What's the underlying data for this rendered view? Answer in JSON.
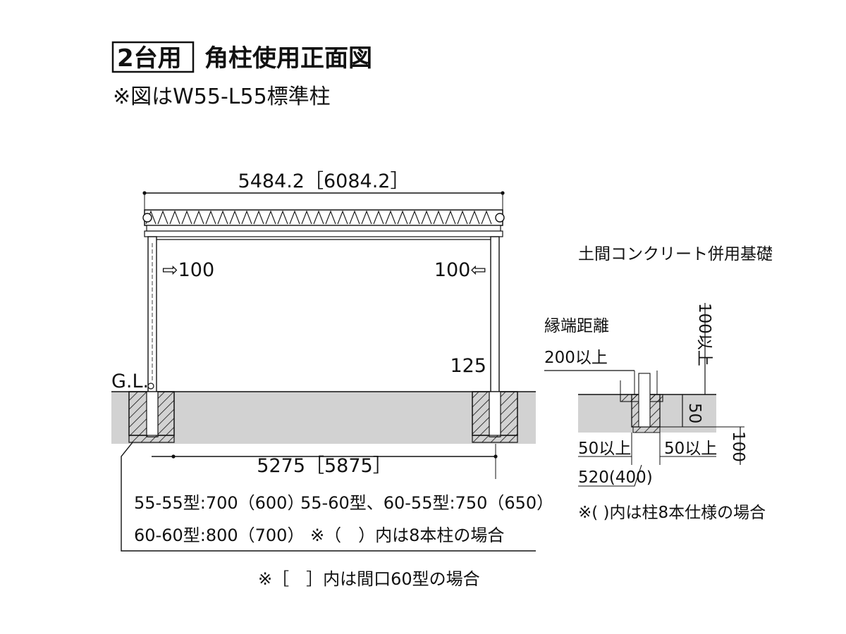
{
  "header": {
    "badge": "2台用",
    "title": "角柱使用正面図",
    "subtitle": "※図はW55-L55標準柱"
  },
  "front_view": {
    "top_width": "5484.2［6084.2］",
    "post_span": "5275［5875］",
    "left_offset": "⇨100",
    "right_offset": "100⇦",
    "post_height": "125",
    "ground_label": "G.L."
  },
  "footing_depth_notes": {
    "line1_left": "55-55型:700（600）",
    "line1_right": "55-60型、60-55型:750（650）",
    "line2_left": "60-60型:800（700）",
    "line2_right": "※（　）内は8本柱の場合"
  },
  "bottom_note": "※［　］内は間口60型の場合",
  "foundation_detail": {
    "title": "土間コンクリート併用基礎",
    "edge_label_1": "縁端距離",
    "edge_label_2": "200以上",
    "height_label": "100以上",
    "depth_50": "50",
    "left_50": "50以上",
    "right_50": "50以上",
    "width": "520(400)",
    "right_100": "100",
    "note": "※(  )内は柱8本仕様の場合"
  },
  "colors": {
    "ink": "#111111",
    "ground": "#d2d2d2"
  }
}
